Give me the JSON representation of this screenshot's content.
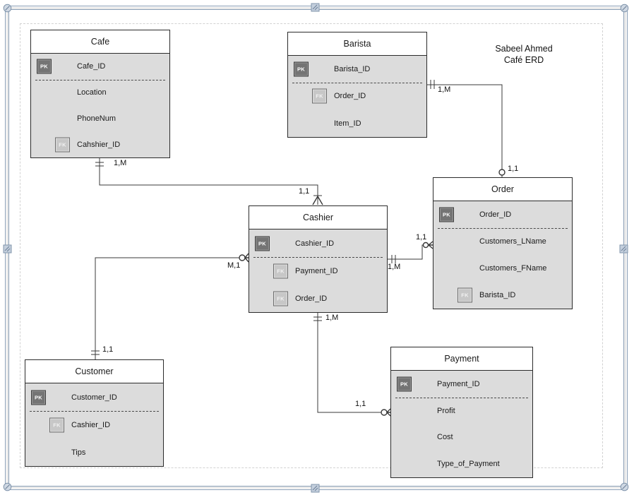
{
  "title": {
    "line1": "Sabeel Ahmed",
    "line2": "Café ERD"
  },
  "entities": [
    {
      "name": "Cafe",
      "attributes": [
        {
          "badge": "PK",
          "label": "Cafe_ID"
        },
        {
          "label": "Location"
        },
        {
          "label": "PhoneNum"
        },
        {
          "badge": "FK",
          "label": "Cahshier_ID"
        }
      ]
    },
    {
      "name": "Barista",
      "attributes": [
        {
          "badge": "PK",
          "label": "Barista_ID"
        },
        {
          "badge": "FK",
          "label": "Order_ID"
        },
        {
          "label": "Item_ID"
        }
      ]
    },
    {
      "name": "Order",
      "attributes": [
        {
          "badge": "PK",
          "label": "Order_ID"
        },
        {
          "label": "Customers_LName"
        },
        {
          "label": "Customers_FName"
        },
        {
          "badge": "FK",
          "label": "Barista_ID"
        }
      ]
    },
    {
      "name": "Cashier",
      "attributes": [
        {
          "badge": "PK",
          "label": "Cashier_ID"
        },
        {
          "badge": "FK",
          "label": "Payment_ID"
        },
        {
          "badge": "FK",
          "label": "Order_ID"
        }
      ]
    },
    {
      "name": "Customer",
      "attributes": [
        {
          "badge": "PK",
          "label": "Customer_ID"
        },
        {
          "badge": "FK",
          "label": "Cashier_ID"
        },
        {
          "label": "Tips"
        }
      ]
    },
    {
      "name": "Payment",
      "attributes": [
        {
          "badge": "PK",
          "label": "Payment_ID"
        },
        {
          "label": "Profit"
        },
        {
          "label": "Cost"
        },
        {
          "label": "Type_of_Payment"
        }
      ]
    }
  ],
  "connectors": [
    {
      "from": "Cafe",
      "to": "Cashier",
      "from_card": "1,M",
      "to_card": "1,1"
    },
    {
      "from": "Barista",
      "to": "Order",
      "from_card": "1,M",
      "to_card": "1,1"
    },
    {
      "from": "Cashier",
      "to": "Customer",
      "from_card": "M,1",
      "to_card": "1,1"
    },
    {
      "from": "Cashier",
      "to": "Order",
      "from_card": "1,M",
      "to_card": "1,1"
    },
    {
      "from": "Cashier",
      "to": "Payment",
      "from_card": "1,M",
      "to_card": "1,1"
    }
  ],
  "colors": {
    "entity_body": "#dcdcdc",
    "entity_header": "#ffffff",
    "entity_border": "#2b2b2b",
    "pk_badge": "#747474",
    "fk_badge": "#c7c7c7",
    "wire": "#383838",
    "selection_border": "#8a9fb6",
    "canvas_dash": "#d2d2d2"
  }
}
